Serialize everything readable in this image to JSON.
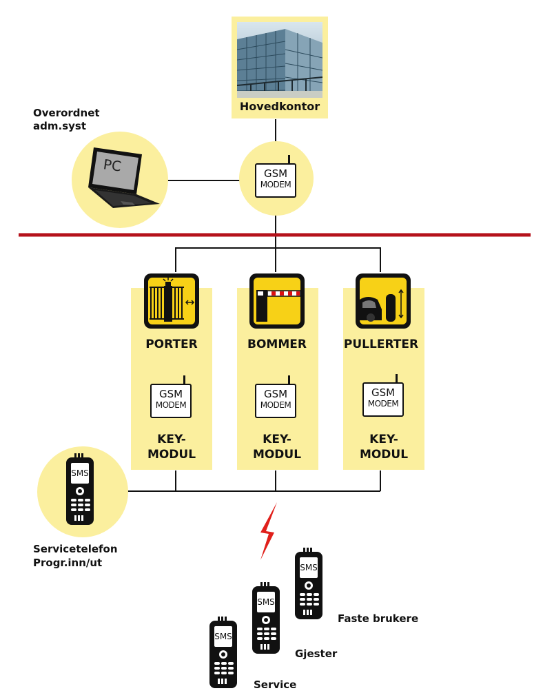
{
  "head_office": {
    "label": "Hovedkontor"
  },
  "admin_system": {
    "label_line1": "Overordnet",
    "label_line2": "adm.syst",
    "screen_text": "PC"
  },
  "modem": {
    "line1": "GSM",
    "line2": "MODEM"
  },
  "devices": [
    {
      "name": "PORTER",
      "module_line1": "KEY-",
      "module_line2": "MODUL"
    },
    {
      "name": "BOMMER",
      "module_line1": "KEY-",
      "module_line2": "MODUL"
    },
    {
      "name": "PULLERTER",
      "module_line1": "KEY-",
      "module_line2": "MODUL"
    }
  ],
  "service_phone": {
    "label_line1": "Servicetelefon",
    "label_line2": "Progr.inn/ut",
    "screen_text": "SMS"
  },
  "users": [
    {
      "label": "Faste brukere",
      "screen_text": "SMS"
    },
    {
      "label": "Gjester",
      "screen_text": "SMS"
    },
    {
      "label": "Service",
      "screen_text": "SMS"
    }
  ],
  "colors": {
    "panel": "#fbef9e",
    "divider": "#b5121b",
    "icon_bg": "#f7d117",
    "text": "#111111"
  }
}
